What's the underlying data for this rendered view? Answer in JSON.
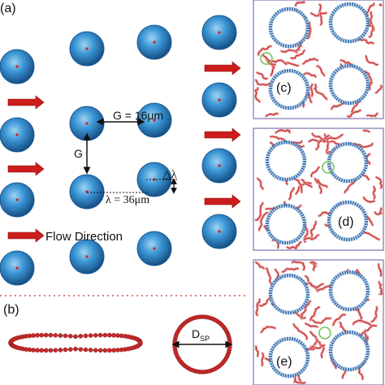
{
  "panel_a": {
    "label": "(a)",
    "gap_horizontal": "G = 16μm",
    "gap_vertical": "G",
    "delta_lambda": "△λ",
    "lambda_text": "λ = 36μm",
    "flow_label": "Flow Direction"
  },
  "panel_b": {
    "label": "(b)",
    "diameter_main": "D",
    "diameter_sub": "SP"
  },
  "panel_c": {
    "label": "(c)"
  },
  "panel_d": {
    "label": "(d)"
  },
  "panel_e": {
    "label": "(e)"
  },
  "colors": {
    "post_blue": "#2f86c8",
    "post_blue_dark": "#1a5a93",
    "arrow_red": "#cc1c1c",
    "capsule_red": "#c62a2a",
    "sim_post": "#4a7fb8",
    "particle_green": "#78c255",
    "frame": "#7d72b0"
  }
}
